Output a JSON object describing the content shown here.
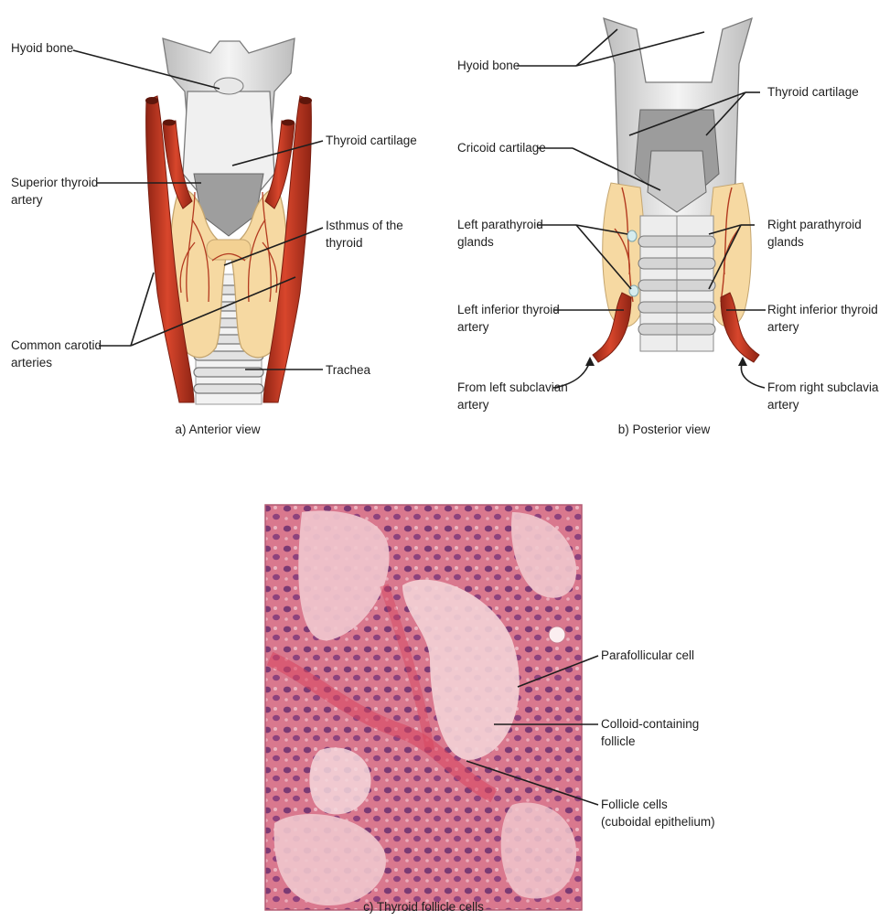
{
  "anterior": {
    "caption": "a) Anterior view",
    "labels": {
      "hyoid": "Hyoid bone",
      "sup_thyroid_1": "Superior thyroid",
      "sup_thyroid_2": "artery",
      "carotid_1": "Common carotid",
      "carotid_2": "arteries",
      "thyroid_cartilage": "Thyroid cartilage",
      "isthmus_1": "Isthmus of the",
      "isthmus_2": "thyroid",
      "trachea": "Trachea"
    }
  },
  "posterior": {
    "caption": "b) Posterior view",
    "labels": {
      "hyoid": "Hyoid bone",
      "cricoid": "Cricoid cartilage",
      "left_para_1": "Left parathyroid",
      "left_para_2": "glands",
      "left_inf_1": "Left inferior thyroid",
      "left_inf_2": "artery",
      "from_left_1": "From left subclavian",
      "from_left_2": "artery",
      "thyroid_cartilage": "Thyroid cartilage",
      "right_para_1": "Right parathyroid",
      "right_para_2": "glands",
      "right_inf_1": "Right inferior thyroid",
      "right_inf_2": "artery",
      "from_right_1": "From right subclavian",
      "from_right_2": "artery"
    }
  },
  "histology": {
    "caption": "c) Thyroid follicle cells",
    "labels": {
      "parafollicular": "Parafollicular cell",
      "colloid_1": "Colloid-containing",
      "colloid_2": "follicle",
      "follicle_cells_1": "Follicle cells",
      "follicle_cells_2": "(cuboidal epithelium)"
    }
  },
  "colors": {
    "artery": "#c63a24",
    "artery_dark": "#8f2414",
    "thyroid_gland": "#f6d9a2",
    "cartilage": "#ececec",
    "cartilage_shadow": "#a9a9a9",
    "tissue_pink": "#e6aeb7",
    "tissue_deep": "#cf5a72",
    "nucleus": "#6b2f6e"
  }
}
